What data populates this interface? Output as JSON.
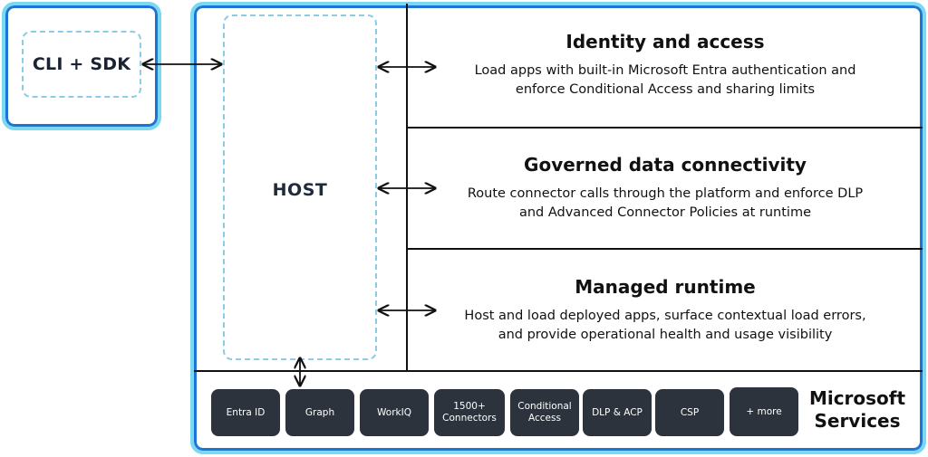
{
  "cli": {
    "label": "CLI + SDK"
  },
  "host": {
    "label": "HOST"
  },
  "panels": [
    {
      "title": "Identity and access",
      "desc_line1": "Load apps with built-in Microsoft Entra authentication and",
      "desc_line2": "enforce Conditional Access and sharing limits"
    },
    {
      "title": "Governed data connectivity",
      "desc_line1": "Route connector calls through the platform and enforce DLP",
      "desc_line2": "and Advanced Connector Policies at runtime"
    },
    {
      "title": "Managed runtime",
      "desc_line1": "Host and load deployed apps, surface contextual load errors,",
      "desc_line2": "and provide operational health and usage visibility"
    }
  ],
  "services": [
    {
      "line1": "Entra ID",
      "line2": ""
    },
    {
      "line1": "Graph",
      "line2": ""
    },
    {
      "line1": "WorkIQ",
      "line2": ""
    },
    {
      "line1": "1500+",
      "line2": "Connectors"
    },
    {
      "line1": "Conditional",
      "line2": "Access"
    },
    {
      "line1": "DLP & ACP",
      "line2": ""
    },
    {
      "line1": "CSP",
      "line2": ""
    },
    {
      "line1": "+ more",
      "line2": ""
    }
  ],
  "microsoft_services": {
    "line1": "Microsoft",
    "line2": "Services"
  },
  "colors": {
    "frame_outer": "#7ad8f0",
    "frame_inner": "#1e73d8",
    "dashed": "#8ecbe8",
    "service_tile": "#2c333d"
  }
}
